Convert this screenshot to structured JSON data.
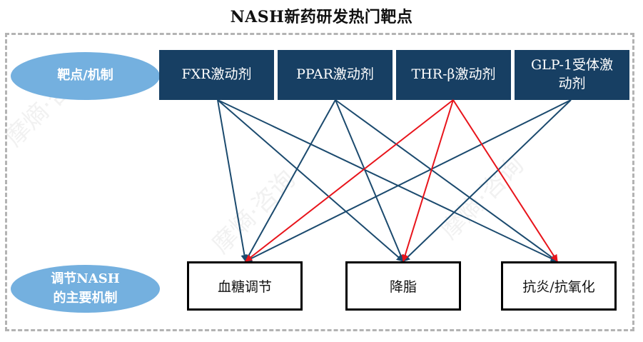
{
  "title": "NASH新药研发热门靶点",
  "row_labels": {
    "targets": "靶点/机制",
    "mechanisms_line1": "调节NASH",
    "mechanisms_line2": "的主要机制"
  },
  "targets": [
    {
      "id": "fxr",
      "label": "FXR激动剂"
    },
    {
      "id": "ppar",
      "label": "PPAR激动剂"
    },
    {
      "id": "thr",
      "label": "THR-β激动剂"
    },
    {
      "id": "glp1",
      "label_line1": "GLP-1受体激",
      "label_line2": "动剂"
    }
  ],
  "mechanisms": [
    {
      "id": "glucose",
      "label": "血糖调节"
    },
    {
      "id": "lipid",
      "label": "降脂"
    },
    {
      "id": "inflammation",
      "label": "抗炎/抗氧化"
    }
  ],
  "colors": {
    "target_box": "#173f63",
    "ellipse": "#74b0df",
    "edge_default": "#1b4a6e",
    "edge_highlight": "#e8141b"
  },
  "edges": [
    {
      "from": "fxr",
      "to": "glucose",
      "highlight": false
    },
    {
      "from": "fxr",
      "to": "lipid",
      "highlight": false
    },
    {
      "from": "fxr",
      "to": "inflammation",
      "highlight": false
    },
    {
      "from": "ppar",
      "to": "glucose",
      "highlight": false
    },
    {
      "from": "ppar",
      "to": "lipid",
      "highlight": false
    },
    {
      "from": "ppar",
      "to": "inflammation",
      "highlight": false
    },
    {
      "from": "thr",
      "to": "glucose",
      "highlight": true
    },
    {
      "from": "thr",
      "to": "lipid",
      "highlight": true
    },
    {
      "from": "thr",
      "to": "inflammation",
      "highlight": true
    },
    {
      "from": "glp1",
      "to": "glucose",
      "highlight": false
    },
    {
      "from": "glp1",
      "to": "lipid",
      "highlight": false
    }
  ],
  "watermark": "摩熵·咨询"
}
